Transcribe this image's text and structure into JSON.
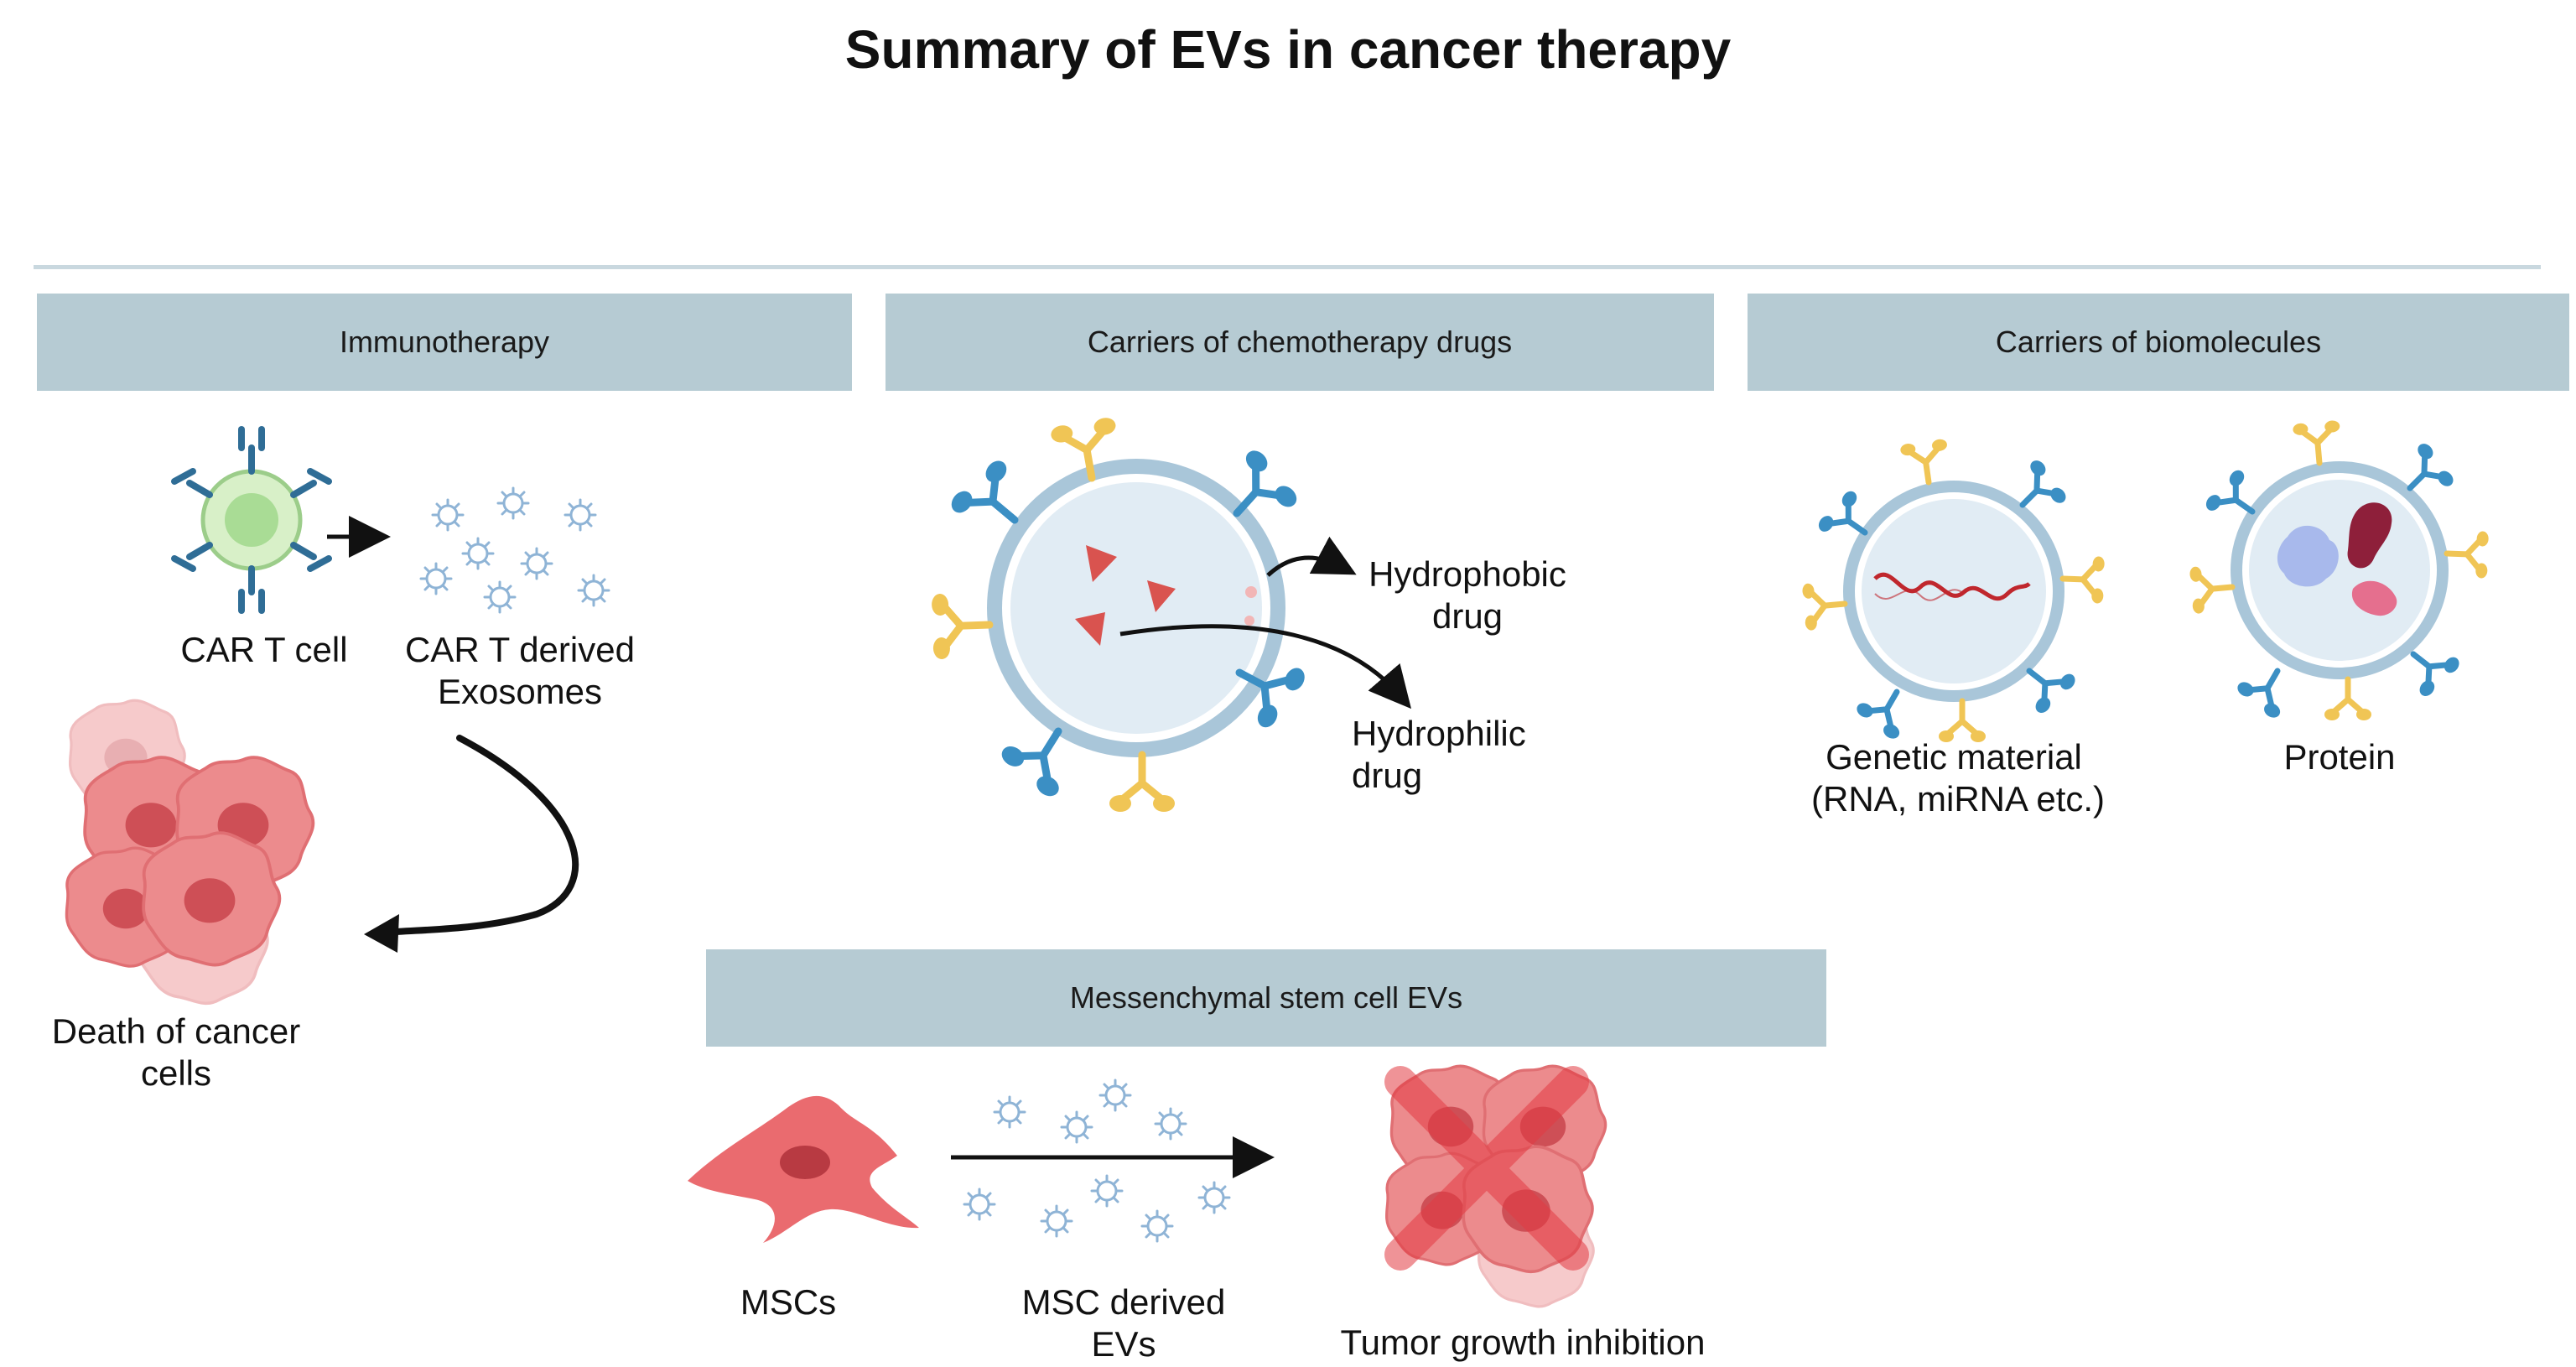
{
  "title": "Summary of EVs in cancer therapy",
  "sections": {
    "immunotherapy": "Immunotherapy",
    "chemo": "Carriers of chemotherapy drugs",
    "biomolecules": "Carriers of biomolecules",
    "msc": "Messenchymal stem cell EVs"
  },
  "labels": {
    "car_t_cell": "CAR T cell",
    "car_t_exosomes_1": "CAR T derived",
    "car_t_exosomes_2": "Exosomes",
    "death_1": "Death of cancer",
    "death_2": "cells",
    "hydrophobic_1": "Hydrophobic",
    "hydrophobic_2": "drug",
    "hydrophilic_1": "Hydrophilic",
    "hydrophilic_2": "drug",
    "genetic_1": "Genetic material",
    "genetic_2": "(RNA, miRNA etc.)",
    "protein": "Protein",
    "mscs": "MSCs",
    "msc_evs_1": "MSC derived",
    "msc_evs_2": "EVs",
    "tumor_inhibition": "Tumor growth inhibition"
  },
  "colors": {
    "header_bar": "#b6cbd3",
    "divider": "#c9d8df",
    "membrane": "#a9c6d9",
    "receptor_blue": "#3b8fc4",
    "receptor_yellow": "#f0c555",
    "cancer_cell": "#e9797c",
    "drug": "#d9534f"
  }
}
